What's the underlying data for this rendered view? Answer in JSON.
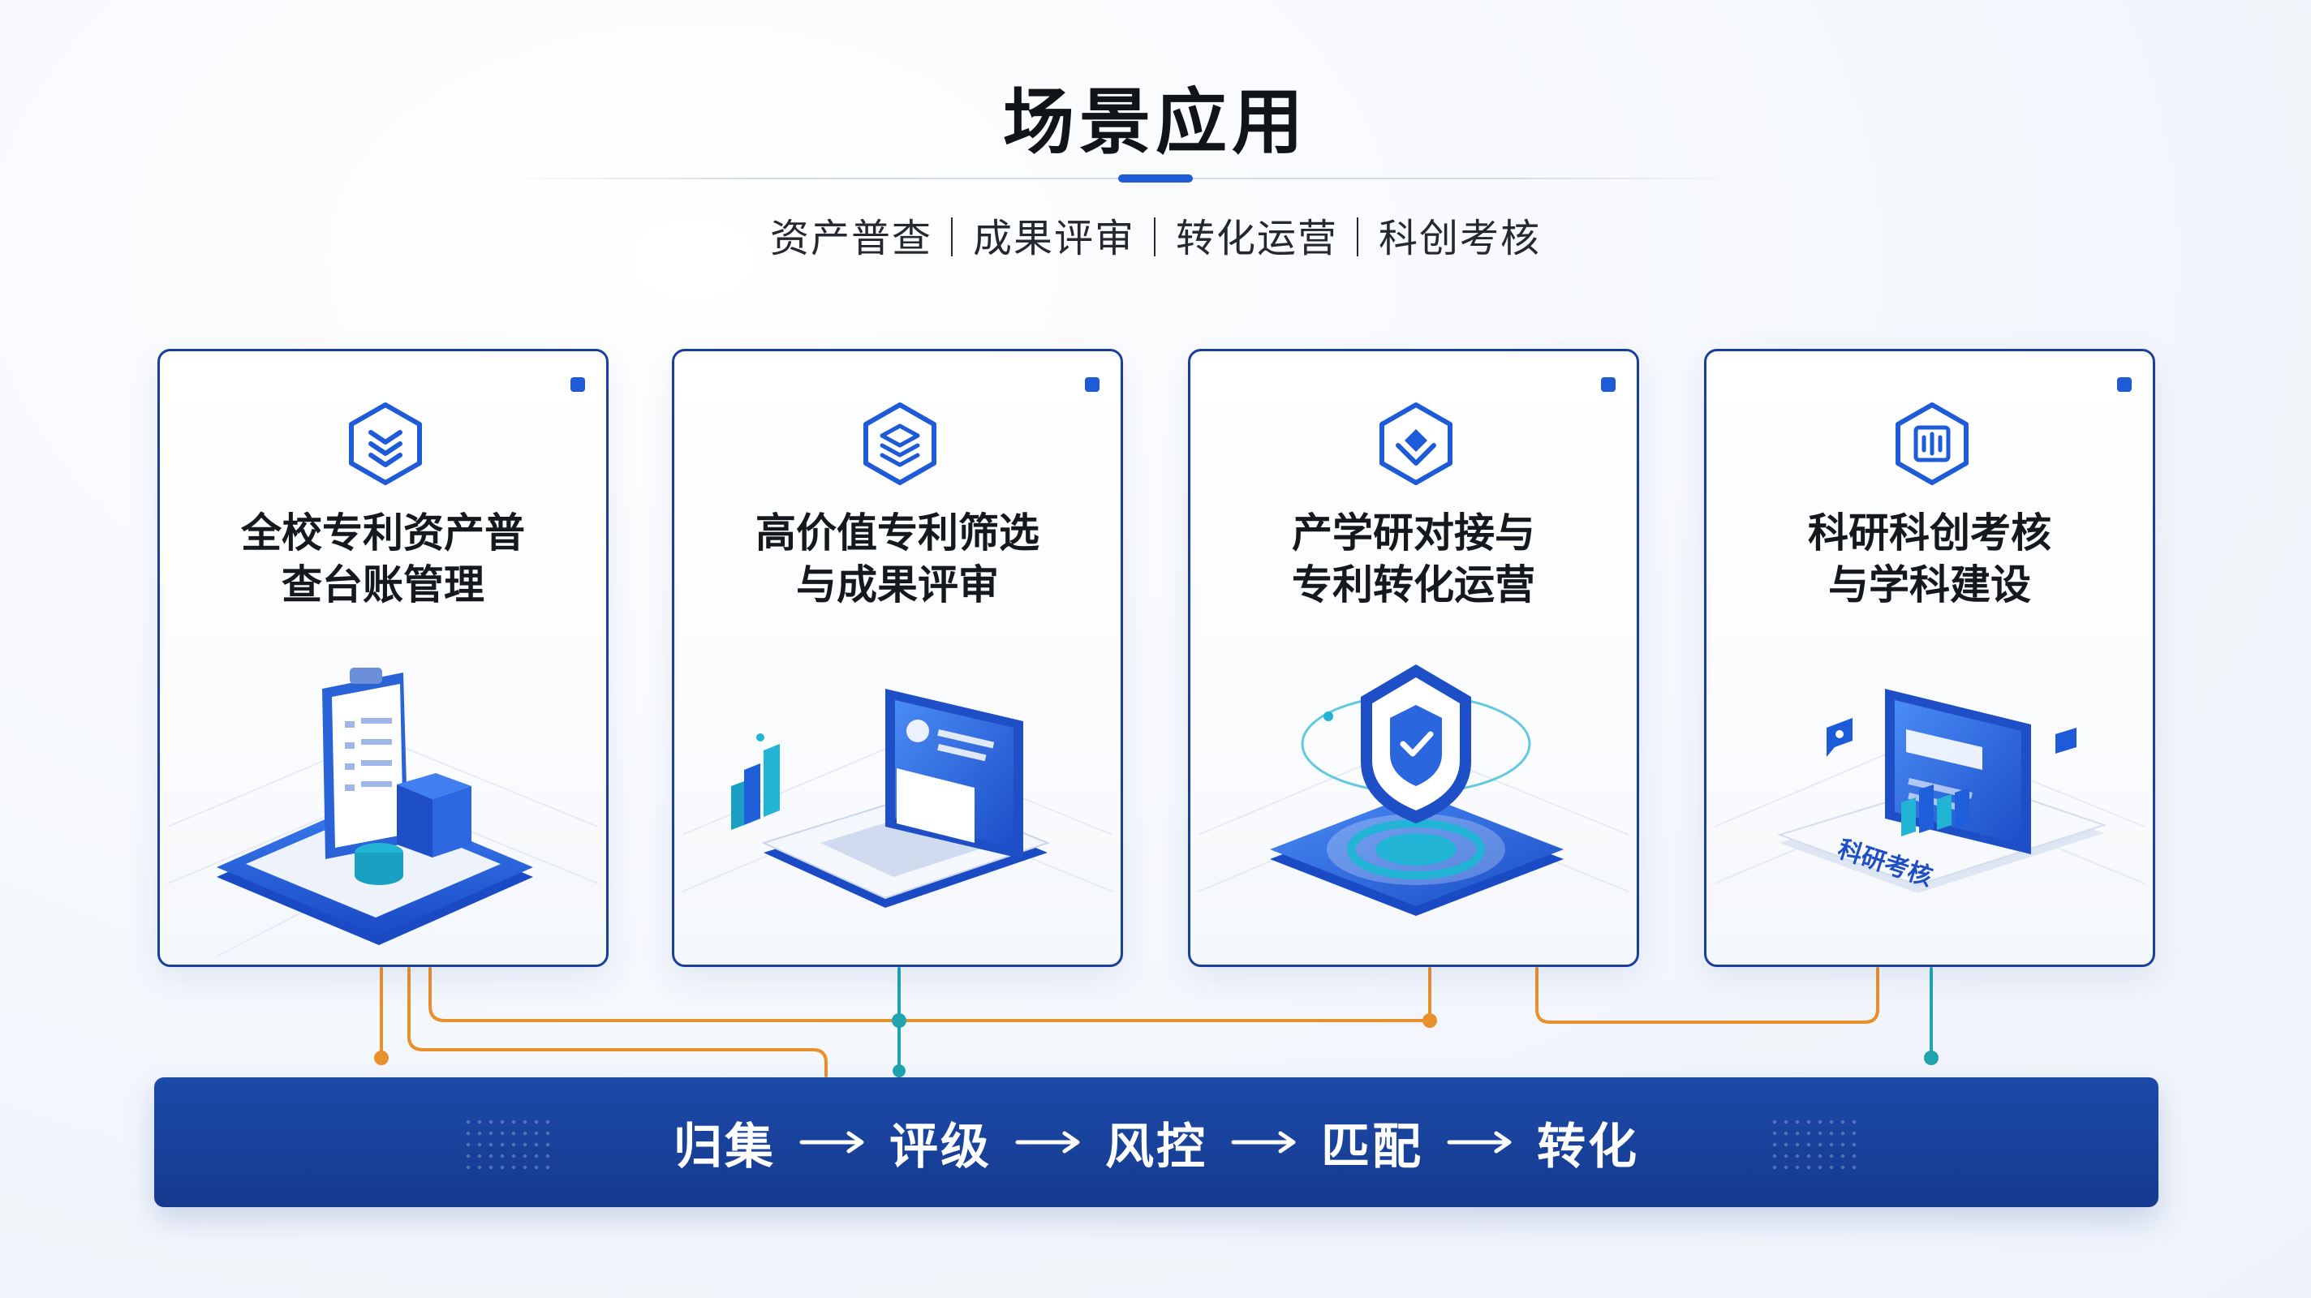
{
  "header": {
    "title": "场景应用",
    "subtitle": "资产普查｜成果评审｜转化运营｜科创考核"
  },
  "cards": [
    {
      "line1": "全校专利资产普",
      "line2": "查台账管理",
      "icon": "layers-stack-icon"
    },
    {
      "line1": "高价值专利筛选",
      "line2": "与成果评审",
      "icon": "layers-icon"
    },
    {
      "line1": "产学研对接与",
      "line2": "专利转化运营",
      "icon": "shield-diamond-icon"
    },
    {
      "line1": "科研科创考核",
      "line2": "与学科建设",
      "icon": "document-hexagon-icon"
    }
  ],
  "illustrations": {
    "card4_label": "科研考核"
  },
  "flow": {
    "steps": [
      "归集",
      "评级",
      "风控",
      "匹配",
      "转化"
    ]
  },
  "colors": {
    "primary": "#1e5bd8",
    "navy": "#1a3f9a",
    "bar": "#153a8f",
    "orange": "#e8902c",
    "teal": "#20a4b0"
  }
}
